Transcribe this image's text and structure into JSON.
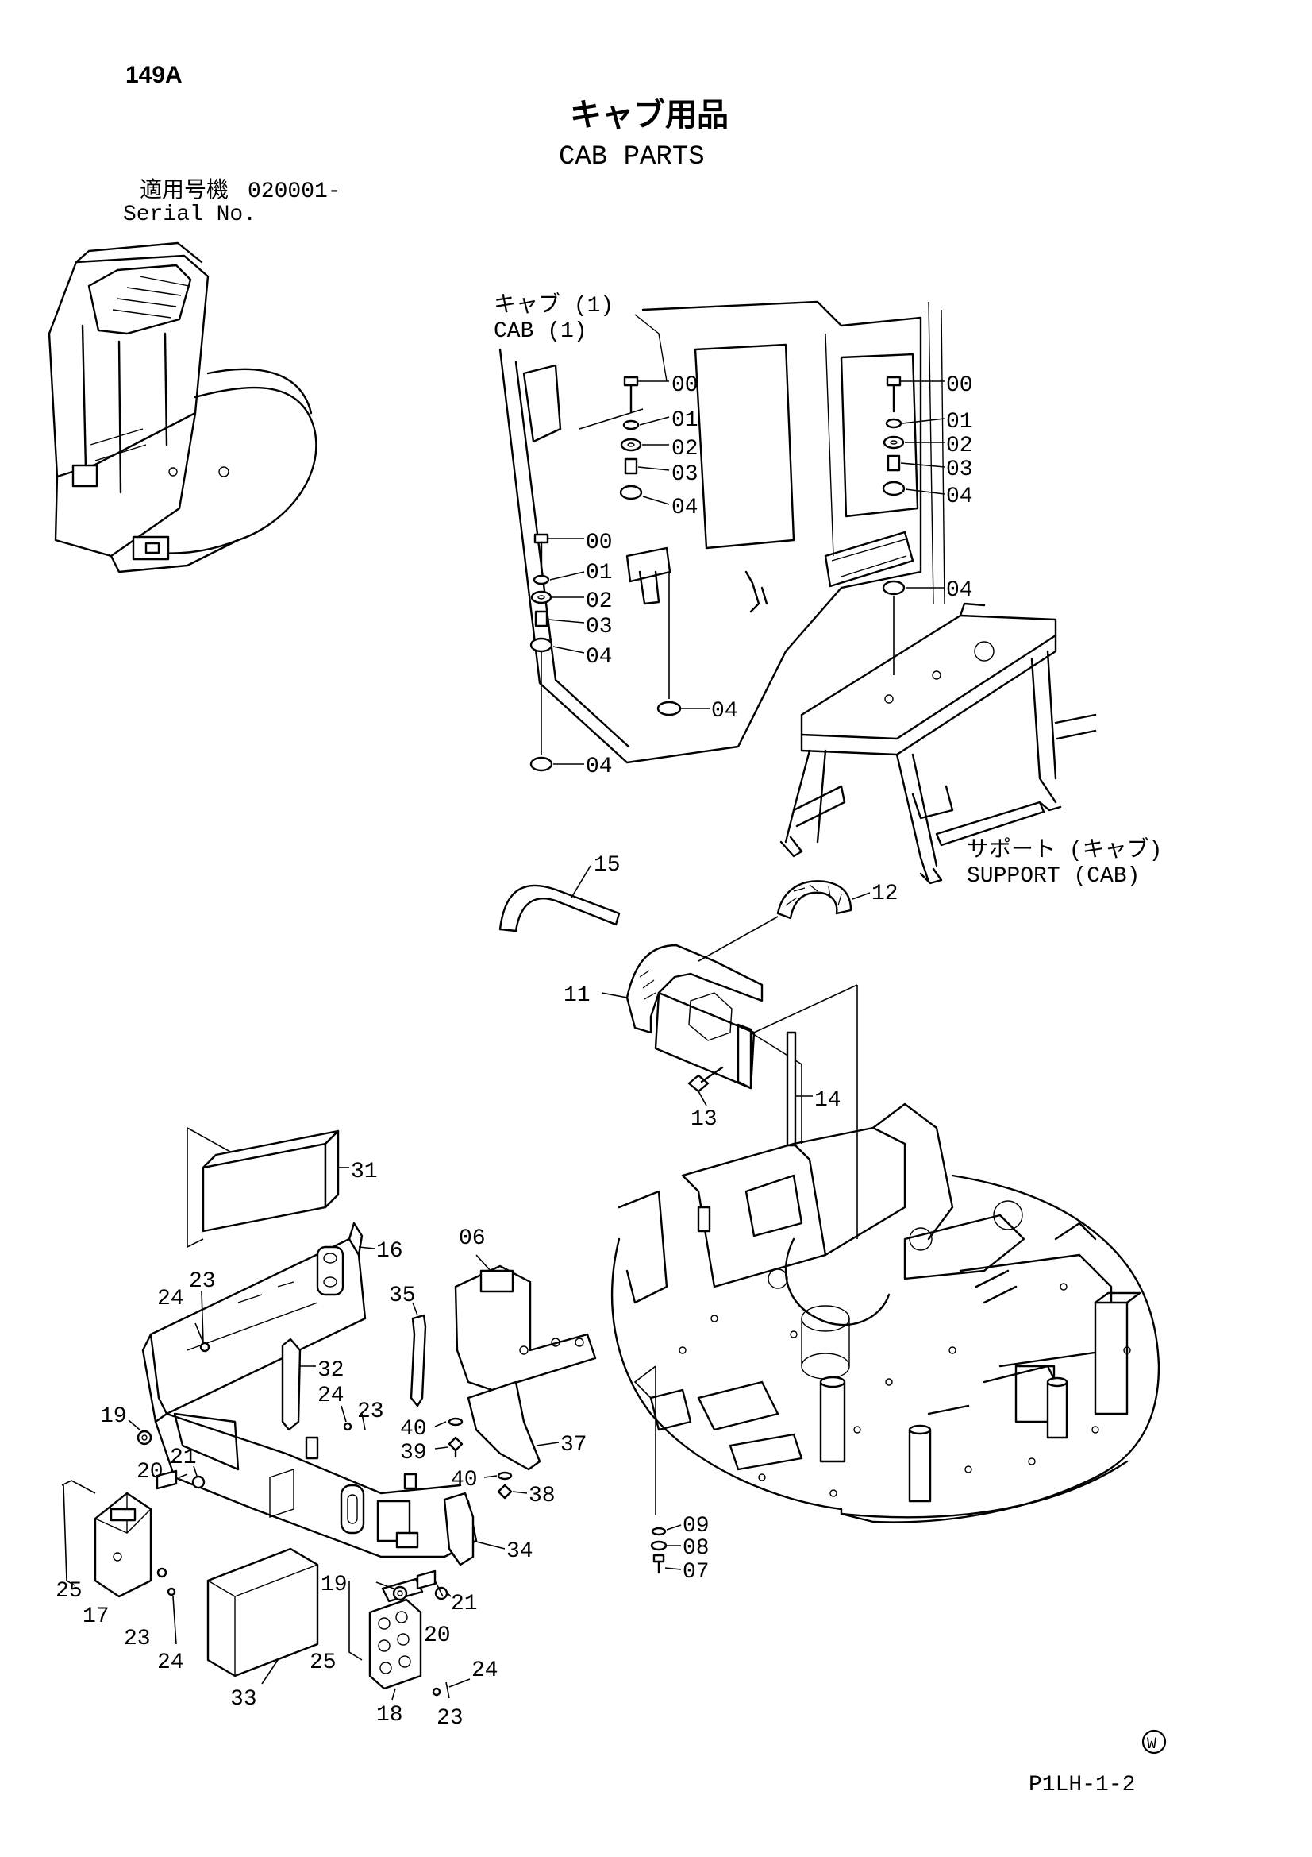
{
  "header": {
    "page_number": "149A",
    "title_jp": "キャブ用品",
    "title_en": "CAB PARTS",
    "serial_label_jp": "適用号機",
    "serial_value": "020001-",
    "serial_label_en": "Serial No."
  },
  "groups": {
    "cab_jp": "キャブ (1)",
    "cab_en": "CAB (1)",
    "support_jp": "サポート (キャブ)",
    "support_en": "SUPPORT (CAB)"
  },
  "callouts": {
    "c00a": "00",
    "c01a": "01",
    "c02a": "02",
    "c03a": "03",
    "c04a": "04",
    "c00b": "00",
    "c01b": "01",
    "c02b": "02",
    "c03b": "03",
    "c04b": "04",
    "c00c": "00",
    "c01c": "01",
    "c02c": "02",
    "c03c": "03",
    "c04c": "04",
    "c04d": "04",
    "c04e": "04",
    "c04f": "04",
    "c15": "15",
    "c12": "12",
    "c11": "11",
    "c13": "13",
    "c14": "14",
    "c31": "31",
    "c16": "16",
    "c06": "06",
    "c35": "35",
    "c24a": "24",
    "c23a": "23",
    "c32": "32",
    "c24b": "24",
    "c23b": "23",
    "c40a": "40",
    "c39": "39",
    "c37": "37",
    "c40b": "40",
    "c38": "38",
    "c19a": "19",
    "c20a": "20",
    "c21a": "21",
    "c25a": "25",
    "c17": "17",
    "c23c": "23",
    "c24c": "24",
    "c34": "34",
    "c33": "33",
    "c19b": "19",
    "c21b": "21",
    "c20b": "20",
    "c25b": "25",
    "c18": "18",
    "c24d": "24",
    "c23d": "23",
    "c09": "09",
    "c08": "08",
    "c07": "07"
  },
  "footer": {
    "mark": "W",
    "drawing_code": "P1LH-1-2"
  }
}
